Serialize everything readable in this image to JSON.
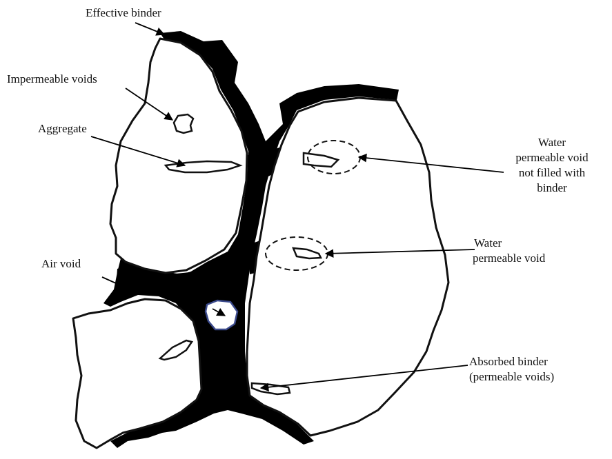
{
  "labels": {
    "effective_binder": "Effective binder",
    "impermeable_voids": "Impermeable voids",
    "aggregate": "Aggregate",
    "water_permeable_void_not_filled": [
      "Water",
      "permeable void",
      "not filled with",
      "binder"
    ],
    "water_permeable_void": [
      "Water",
      "permeable void"
    ],
    "air_void": "Air void",
    "absorbed_binder": [
      "Absorbed binder",
      "(permeable voids)"
    ]
  },
  "colors": {
    "binder": "#000000",
    "aggregate": "#ffffff",
    "outline": "#111111",
    "air_void_outline": "#3b4a8c"
  }
}
